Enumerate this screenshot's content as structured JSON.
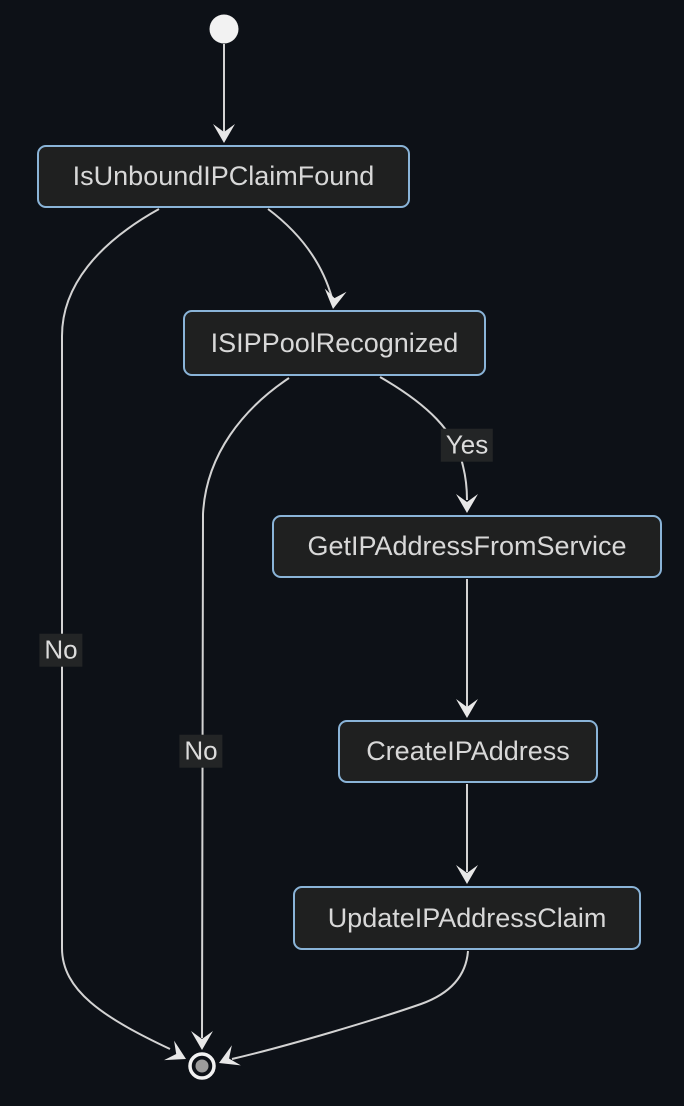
{
  "diagram": {
    "type": "state_machine_flowchart",
    "theme": {
      "background": "#0d1117",
      "node_fill": "#1f2020",
      "node_border": "#8ab4d8",
      "node_text": "#d8d8d8",
      "edge_color": "#d3d3d3",
      "arrow_color": "#e8e8e8",
      "label_bg": "#232526",
      "label_text": "#dcdcdc",
      "start_fill": "#f2f2f2",
      "end_ring": "#f2f2f2",
      "end_fill": "#9c9c9c"
    },
    "nodes": [
      {
        "id": "start",
        "kind": "initial"
      },
      {
        "id": "IsUnboundIPClaimFound",
        "kind": "state",
        "label": "IsUnboundIPClaimFound"
      },
      {
        "id": "ISIPPoolRecognized",
        "kind": "state",
        "label": "ISIPPoolRecognized"
      },
      {
        "id": "GetIPAddressFromService",
        "kind": "state",
        "label": "GetIPAddressFromService"
      },
      {
        "id": "CreateIPAddress",
        "kind": "state",
        "label": "CreateIPAddress"
      },
      {
        "id": "UpdateIPAddressClaim",
        "kind": "state",
        "label": "UpdateIPAddressClaim"
      },
      {
        "id": "end",
        "kind": "final"
      }
    ],
    "edges": [
      {
        "from": "start",
        "to": "IsUnboundIPClaimFound",
        "label": ""
      },
      {
        "from": "IsUnboundIPClaimFound",
        "to": "ISIPPoolRecognized",
        "label": ""
      },
      {
        "from": "IsUnboundIPClaimFound",
        "to": "end",
        "label": "No"
      },
      {
        "from": "ISIPPoolRecognized",
        "to": "GetIPAddressFromService",
        "label": "Yes"
      },
      {
        "from": "ISIPPoolRecognized",
        "to": "end",
        "label": "No"
      },
      {
        "from": "GetIPAddressFromService",
        "to": "CreateIPAddress",
        "label": ""
      },
      {
        "from": "CreateIPAddress",
        "to": "UpdateIPAddressClaim",
        "label": ""
      },
      {
        "from": "UpdateIPAddressClaim",
        "to": "end",
        "label": ""
      }
    ]
  }
}
